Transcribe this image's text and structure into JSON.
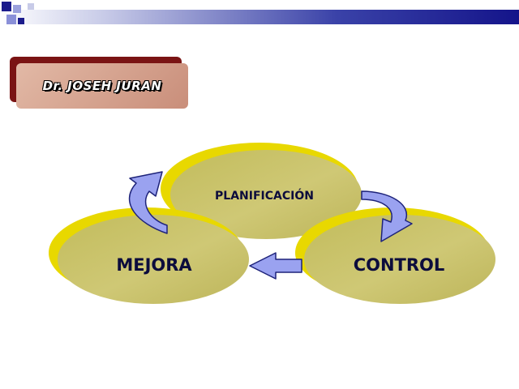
{
  "title": "Dr. JOSEH JURAN",
  "nodes": {
    "planificacion": "PLANIFICACIÓN",
    "control": "CONTROL",
    "mejora": "MEJORA"
  },
  "colors": {
    "ellipse_fill": "#c9c46a",
    "ellipse_rim": "#e8d800",
    "arrow_fill": "#9aa2f0",
    "arrow_stroke": "#1e237a",
    "title_shadow": "#7a1414",
    "title_face": "#d6a793"
  }
}
